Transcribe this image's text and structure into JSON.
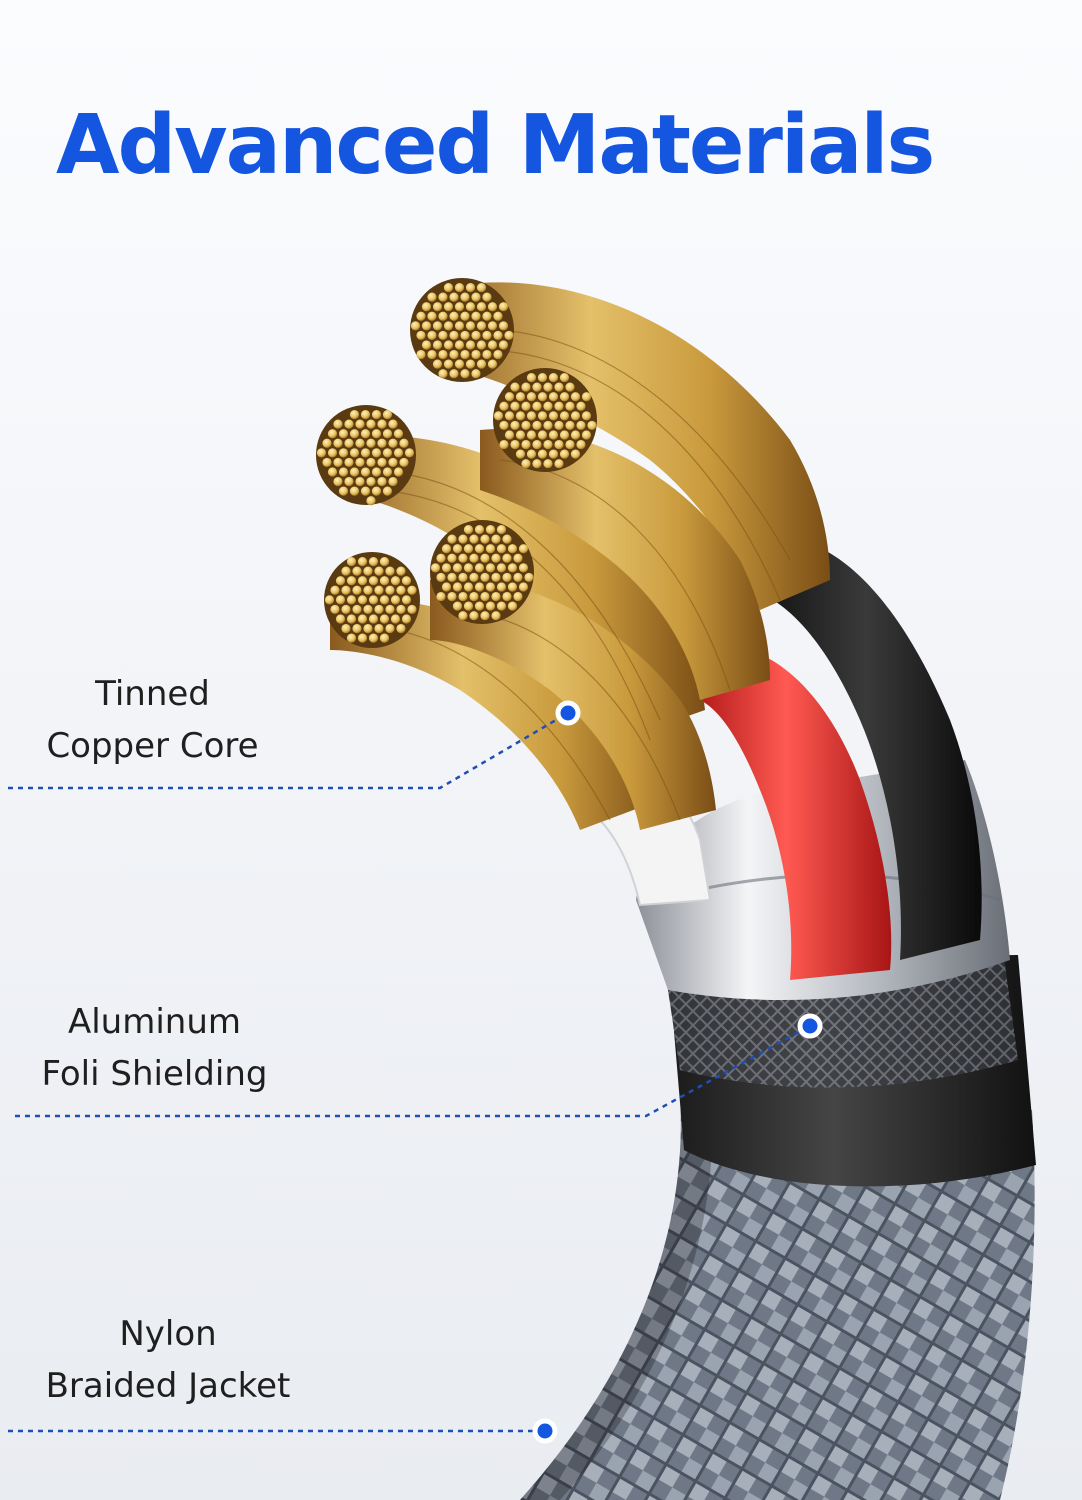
{
  "title": "Advanced Materials",
  "colors": {
    "accent": "#1456e0",
    "copper": "#d9b25a",
    "red_insulation": "#e7342f",
    "black_insulation": "#1e1e1e",
    "white_insulation": "#f2f2f2",
    "foil": "#b8bcc3",
    "braid": "#7b8594"
  },
  "callouts": [
    {
      "line1": "Tinned",
      "line2": "Copper Core"
    },
    {
      "line1": "Aluminum",
      "line2": "Foli Shielding"
    },
    {
      "line1": "Nylon",
      "line2": "Braided Jacket"
    }
  ]
}
